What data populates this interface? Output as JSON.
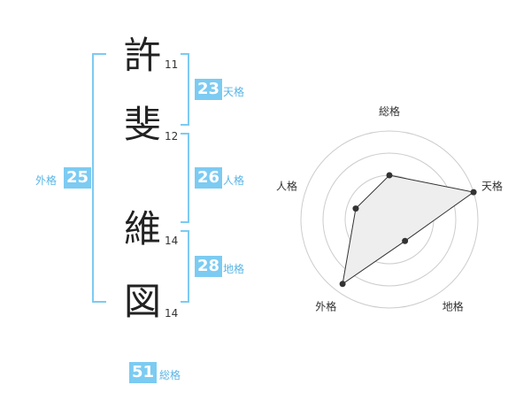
{
  "name_chars": [
    {
      "char": "許",
      "strokes": "11"
    },
    {
      "char": "斐",
      "strokes": "12"
    },
    {
      "char": "維",
      "strokes": "14"
    },
    {
      "char": "図",
      "strokes": "14"
    }
  ],
  "fortunes": {
    "tenkaku": {
      "value": "23",
      "label": "天格"
    },
    "jinkaku": {
      "value": "26",
      "label": "人格"
    },
    "chikaku": {
      "value": "28",
      "label": "地格"
    },
    "gaikaku": {
      "value": "25",
      "label": "外格"
    },
    "soukaku": {
      "value": "51",
      "label": "総格"
    }
  },
  "chart_data": {
    "type": "radar",
    "axes": [
      "総格",
      "天格",
      "地格",
      "外格",
      "人格"
    ],
    "values": [
      0.5,
      1.0,
      0.3,
      0.9,
      0.4
    ],
    "rings": 4,
    "colors": {
      "fill": "#eeeeee",
      "line": "#333333",
      "grid": "#cccccc"
    }
  }
}
